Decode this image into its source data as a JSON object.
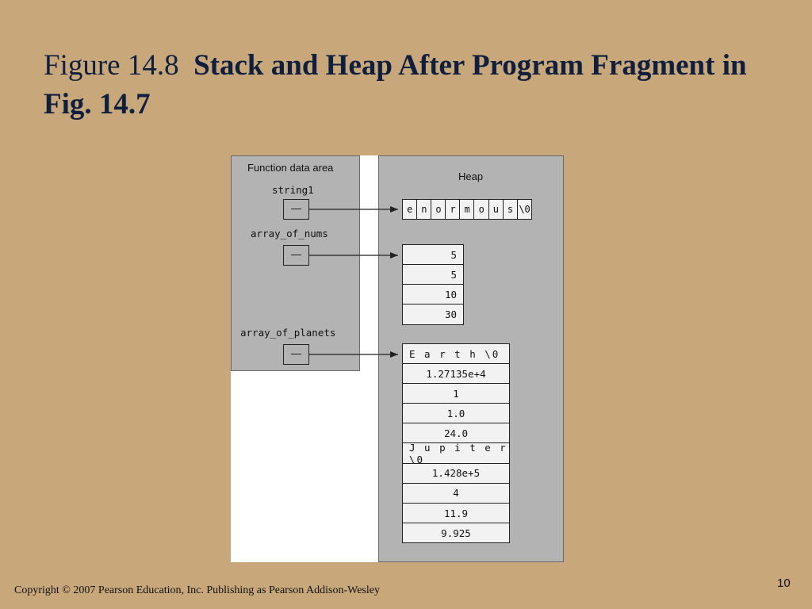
{
  "slide": {
    "figure_number": "Figure 14.8",
    "title": "Stack and Heap After Program Fragment in Fig. 14.7",
    "copyright": "Copyright © 2007 Pearson Education, Inc. Publishing as Pearson Addison-Wesley",
    "page_number": "10"
  },
  "diagram": {
    "function_area": {
      "title": "Function data area",
      "variables": [
        {
          "name": "string1"
        },
        {
          "name": "array_of_nums"
        },
        {
          "name": "array_of_planets"
        }
      ]
    },
    "heap": {
      "title": "Heap",
      "string_chars": [
        "e",
        "n",
        "o",
        "r",
        "m",
        "o",
        "u",
        "s",
        "\\0"
      ],
      "nums": [
        "5",
        "5",
        "10",
        "30"
      ],
      "planets": [
        "E a r t h \\0",
        "1.27135e+4",
        "1",
        "1.0",
        "24.0",
        "J u p i t e r \\0",
        "1.428e+5",
        "4",
        "11.9",
        "9.925"
      ]
    }
  }
}
